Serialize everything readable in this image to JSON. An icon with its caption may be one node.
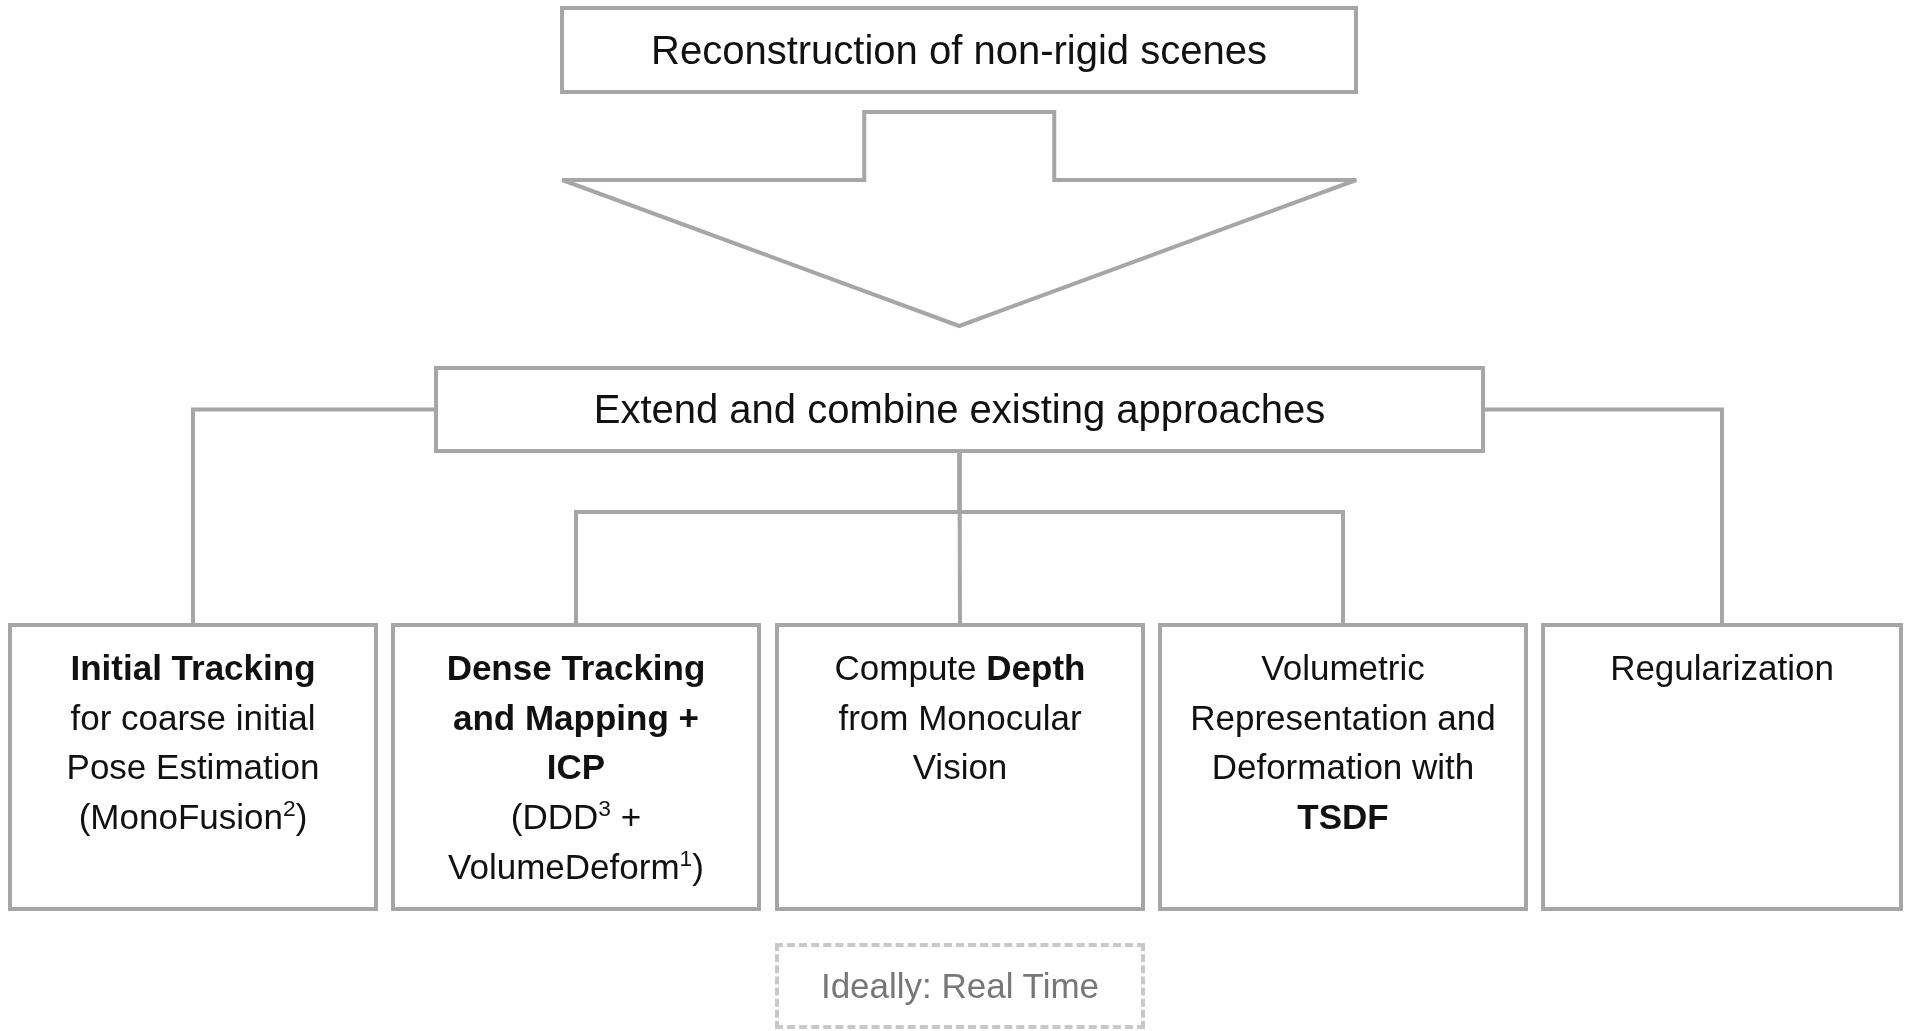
{
  "diagram": {
    "nodes": [
      {
        "text": [
          "Reconstruction of non-rigid scenes"
        ]
      },
      {
        "text": [
          "Extend and combine existing approaches"
        ]
      },
      {
        "text": [
          "Initial Tracking",
          "for coarse initial Pose Estimation (MonoFusion$^{2}$)"
        ]
      },
      {
        "text": [
          "Dense Tracking and Mapping + ICP",
          "(DDD$^{3}$ + VolumeDeform$^{1}$)"
        ]
      },
      {
        "text": [
          "Compute **Depth** from Monocular Vision"
        ]
      },
      {
        "text": [
          "Volumetric Representation and Deformation with **TSDF**"
        ]
      },
      {
        "text": [
          "Regularization"
        ]
      },
      {
        "text": [
          "Ideally: Real Time"
        ]
      }
    ],
    "edges": [
      {
        "from": 0,
        "to": 1,
        "arrow": "to",
        "style": "thick"
      },
      {
        "from": 1,
        "to": 2,
        "arrow": "none"
      },
      {
        "from": 1,
        "to": 3,
        "arrow": "none"
      },
      {
        "from": 1,
        "to": 4,
        "arrow": "none"
      },
      {
        "from": 1,
        "to": 5,
        "arrow": "none"
      },
      {
        "from": 1,
        "to": 6,
        "arrow": "none"
      }
    ]
  }
}
